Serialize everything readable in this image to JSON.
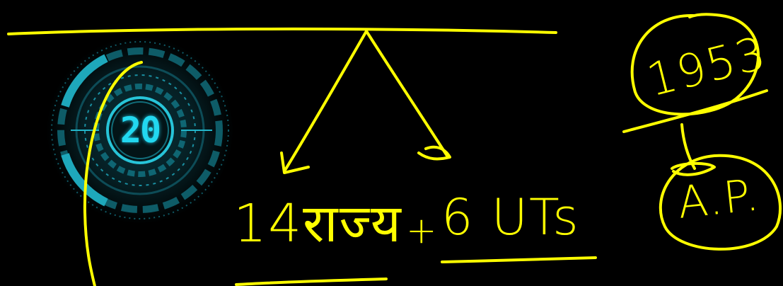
{
  "timer": {
    "value": "20",
    "accent": "#22d8f0"
  },
  "ink_color": "#ffff00",
  "annotations": {
    "states": "14राज्य",
    "plus": "+",
    "uts": "6 UTs",
    "year": "1953",
    "state_name": "A.P."
  },
  "icons": [
    "timer-dial-icon"
  ]
}
